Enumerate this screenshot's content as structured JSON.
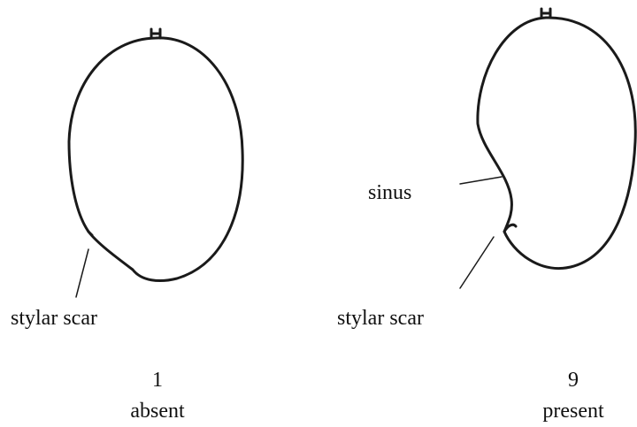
{
  "figures": [
    {
      "callouts": [
        {
          "text": "stylar scar"
        }
      ],
      "number": "1",
      "state": "absent"
    },
    {
      "callouts": [
        {
          "text": "sinus"
        },
        {
          "text": "stylar scar"
        }
      ],
      "number": "9",
      "state": "present"
    }
  ],
  "colors": {
    "ink": "#1a1a1a",
    "background": "#ffffff"
  }
}
